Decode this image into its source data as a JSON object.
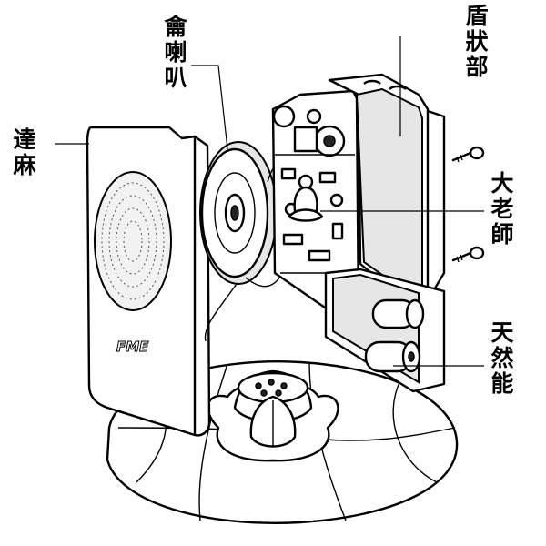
{
  "labels": {
    "speaker": "龠\n喇\n叭",
    "shield": "盾\n狀\n部",
    "darma": "達\n麻",
    "master": "大\n老\n師",
    "energy": "天\n然\n能"
  },
  "logo_text": "FME",
  "colors": {
    "ink": "#000000",
    "paper": "#ffffff",
    "shade": "#e6e6e6"
  }
}
